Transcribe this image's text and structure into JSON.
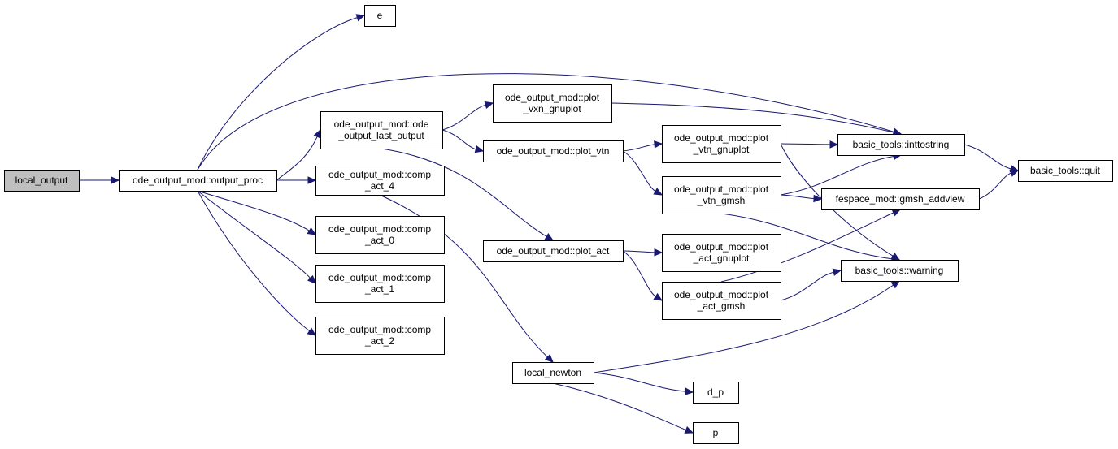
{
  "graph": {
    "edge_color": "#191970",
    "root_fill": "#bfbfbf",
    "nodes": {
      "local_output": [
        "local_output"
      ],
      "output_proc": [
        "ode_output_mod::output_proc"
      ],
      "e": [
        "e"
      ],
      "last_output": [
        "ode_output_mod::ode",
        "_output_last_output"
      ],
      "comp_act_4": [
        "ode_output_mod::comp",
        "_act_4"
      ],
      "comp_act_0": [
        "ode_output_mod::comp",
        "_act_0"
      ],
      "comp_act_1": [
        "ode_output_mod::comp",
        "_act_1"
      ],
      "comp_act_2": [
        "ode_output_mod::comp",
        "_act_2"
      ],
      "plot_vxn_gnuplot": [
        "ode_output_mod::plot",
        "_vxn_gnuplot"
      ],
      "plot_vtn": [
        "ode_output_mod::plot_vtn"
      ],
      "plot_act": [
        "ode_output_mod::plot_act"
      ],
      "local_newton": [
        "local_newton"
      ],
      "plot_vtn_gnuplot": [
        "ode_output_mod::plot",
        "_vtn_gnuplot"
      ],
      "plot_vtn_gmsh": [
        "ode_output_mod::plot",
        "_vtn_gmsh"
      ],
      "plot_act_gnuplot": [
        "ode_output_mod::plot",
        "_act_gnuplot"
      ],
      "plot_act_gmsh": [
        "ode_output_mod::plot",
        "_act_gmsh"
      ],
      "d_p": [
        "d_p"
      ],
      "p": [
        "p"
      ],
      "inttostring": [
        "basic_tools::inttostring"
      ],
      "gmsh_addview": [
        "fespace_mod::gmsh_addview"
      ],
      "warning": [
        "basic_tools::warning"
      ],
      "quit": [
        "basic_tools::quit"
      ]
    },
    "edges": [
      [
        "local_output",
        "output_proc"
      ],
      [
        "output_proc",
        "e"
      ],
      [
        "output_proc",
        "inttostring"
      ],
      [
        "output_proc",
        "last_output"
      ],
      [
        "output_proc",
        "comp_act_4"
      ],
      [
        "output_proc",
        "comp_act_0"
      ],
      [
        "output_proc",
        "comp_act_1"
      ],
      [
        "output_proc",
        "comp_act_2"
      ],
      [
        "last_output",
        "plot_vxn_gnuplot"
      ],
      [
        "last_output",
        "plot_vtn"
      ],
      [
        "last_output",
        "plot_act"
      ],
      [
        "comp_act_4",
        "local_newton"
      ],
      [
        "plot_vxn_gnuplot",
        "inttostring"
      ],
      [
        "plot_vtn",
        "plot_vtn_gnuplot"
      ],
      [
        "plot_vtn",
        "plot_vtn_gmsh"
      ],
      [
        "plot_act",
        "plot_act_gnuplot"
      ],
      [
        "plot_act",
        "plot_act_gmsh"
      ],
      [
        "plot_vtn_gnuplot",
        "inttostring"
      ],
      [
        "plot_vtn_gnuplot",
        "warning"
      ],
      [
        "plot_vtn_gmsh",
        "inttostring"
      ],
      [
        "plot_vtn_gmsh",
        "gmsh_addview"
      ],
      [
        "plot_vtn_gmsh",
        "warning"
      ],
      [
        "plot_act_gmsh",
        "gmsh_addview"
      ],
      [
        "plot_act_gmsh",
        "warning"
      ],
      [
        "local_newton",
        "warning"
      ],
      [
        "local_newton",
        "d_p"
      ],
      [
        "local_newton",
        "p"
      ],
      [
        "inttostring",
        "quit"
      ],
      [
        "gmsh_addview",
        "quit"
      ]
    ]
  }
}
